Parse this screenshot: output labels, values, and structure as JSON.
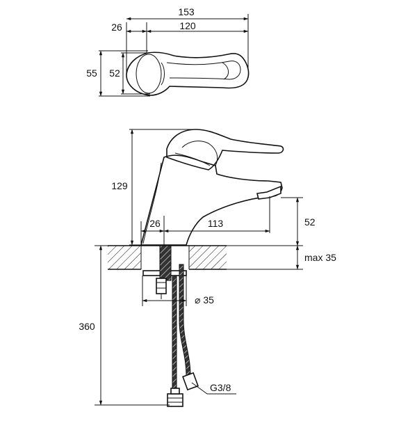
{
  "drawing": {
    "dimensions": {
      "top_width_total": "153",
      "top_width_lever": "120",
      "top_offset": "26",
      "top_depth_outer": "55",
      "top_depth_inner": "52",
      "side_height": "129",
      "side_base_offset": "26",
      "side_reach": "113",
      "side_spout_clearance": "52",
      "max_deck": "max 35",
      "hole_diameter": "⌀ 35",
      "hose_length": "360",
      "thread": "G3/8"
    }
  }
}
